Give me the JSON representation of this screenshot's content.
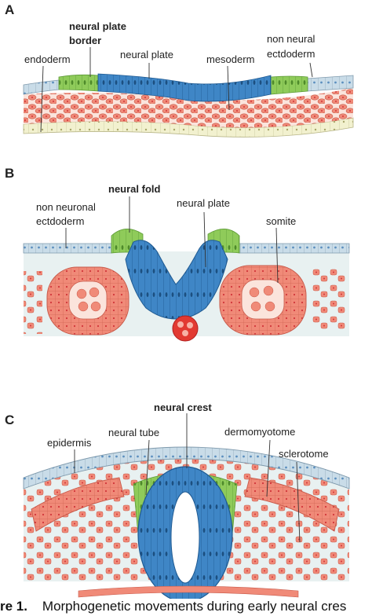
{
  "panels": {
    "a": {
      "letter": "A",
      "labels": {
        "neural_plate_border_1": "neural plate",
        "neural_plate_border_2": "border",
        "endoderm": "endoderm",
        "neural_plate": "neural plate",
        "mesoderm": "mesoderm",
        "non_neural_1": "non neural",
        "non_neural_2": "ectdoderm"
      }
    },
    "b": {
      "letter": "B",
      "labels": {
        "neural_fold": "neural fold",
        "non_neuronal_1": "non neuronal",
        "non_neuronal_2": "ectdoderm",
        "neural_plate": "neural plate",
        "somite": "somite"
      }
    },
    "c": {
      "letter": "C",
      "labels": {
        "neural_crest": "neural crest",
        "epidermis": "epidermis",
        "neural_tube": "neural tube",
        "dermomyotome": "dermomyotome",
        "sclerotome": "sclerotome"
      }
    }
  },
  "caption": {
    "prefix": "re 1.",
    "text": "Morphogenetic movements during early neural cres"
  },
  "colors": {
    "ectoderm": "#c9dce8",
    "neural_plate": "#3f86c6",
    "border": "#8fcb5a",
    "mesoderm": "#f08a78",
    "endoderm": "#f2f1cf",
    "nucleus": "#d1363a",
    "background": "#e8f1f1"
  }
}
